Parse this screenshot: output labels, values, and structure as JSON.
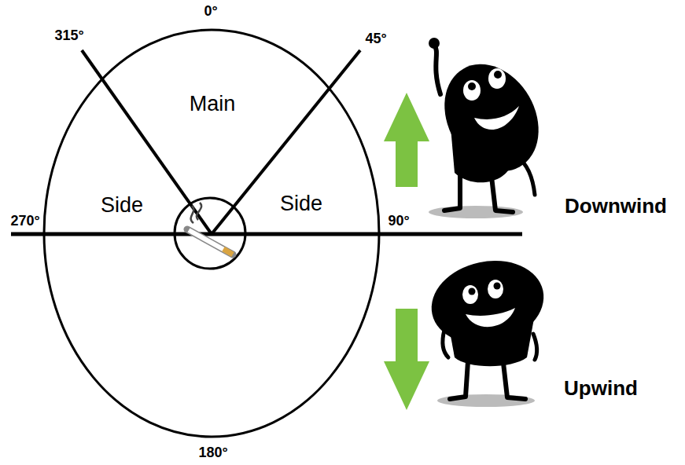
{
  "diagram": {
    "labels": [
      "0°",
      "315°",
      "45°",
      "Main",
      "Side",
      "Side",
      "270°",
      "90°",
      "180°",
      "Downwind",
      "Upwind"
    ]
  }
}
